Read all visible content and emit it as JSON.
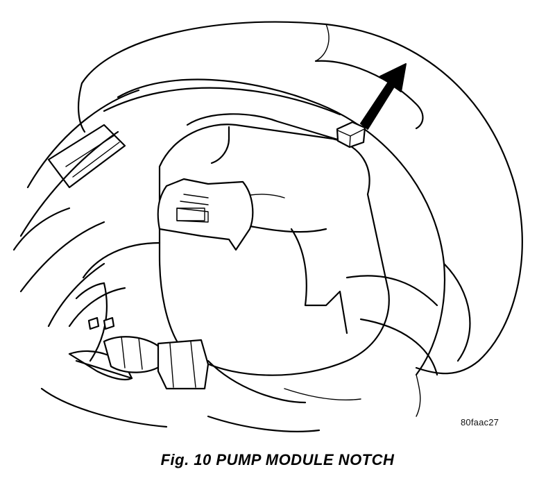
{
  "figure": {
    "caption": "Fig. 10 PUMP MODULE NOTCH",
    "reference_code": "80faac27"
  },
  "illustration": {
    "subject": "pump-module",
    "callout": "arrow-pointing-to-notch"
  }
}
